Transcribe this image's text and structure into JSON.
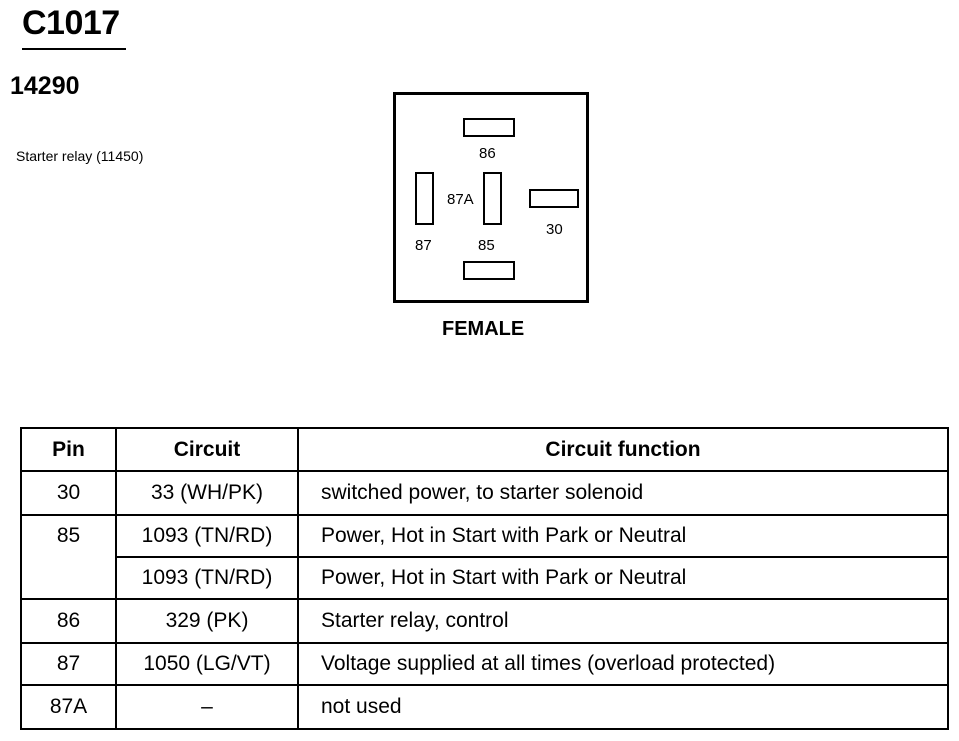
{
  "connector_id": "C1017",
  "part_number": "14290",
  "description": "Starter relay (11450)",
  "diagram": {
    "view_label": "FEMALE",
    "pin_labels": {
      "p86": "86",
      "p87a": "87A",
      "p87": "87",
      "p85": "85",
      "p30": "30"
    }
  },
  "table": {
    "headers": {
      "pin": "Pin",
      "circuit": "Circuit",
      "function": "Circuit function"
    },
    "rows": [
      {
        "pin": "30",
        "circuit": "33 (WH/PK)",
        "function": "switched power, to starter solenoid"
      },
      {
        "pin": "85",
        "circuit": "1093 (TN/RD)",
        "function": "Power, Hot in Start with Park or Neutral"
      },
      {
        "pin": "",
        "circuit": "1093 (TN/RD)",
        "function": "Power, Hot in Start with Park or Neutral"
      },
      {
        "pin": "86",
        "circuit": "329 (PK)",
        "function": "Starter relay, control"
      },
      {
        "pin": "87",
        "circuit": "1050 (LG/VT)",
        "function": "Voltage supplied at all times (overload protected)"
      },
      {
        "pin": "87A",
        "circuit": "–",
        "function": "not used"
      }
    ]
  }
}
